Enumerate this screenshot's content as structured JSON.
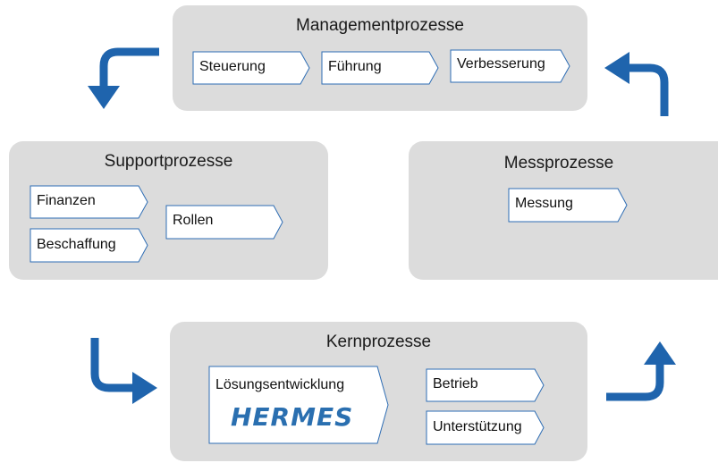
{
  "management": {
    "title": "Managementprozesse",
    "steps": [
      "Steuerung",
      "Führung",
      "Verbesserung"
    ]
  },
  "support": {
    "title": "Supportprozesse",
    "steps": [
      "Finanzen",
      "Beschaffung",
      "Rollen"
    ]
  },
  "measure": {
    "title": "Messprozesse",
    "steps": [
      "Messung"
    ]
  },
  "core": {
    "title": "Kernprozesse",
    "main_step": "Lösungsentwicklung",
    "logo_text": "HERMES",
    "steps": [
      "Betrieb",
      "Unterstützung"
    ]
  },
  "colors": {
    "panel": "#dcdcdc",
    "arrow": "#1f64ad",
    "chevron_border": "#2e6db4",
    "logo": "#2a6fb0"
  }
}
